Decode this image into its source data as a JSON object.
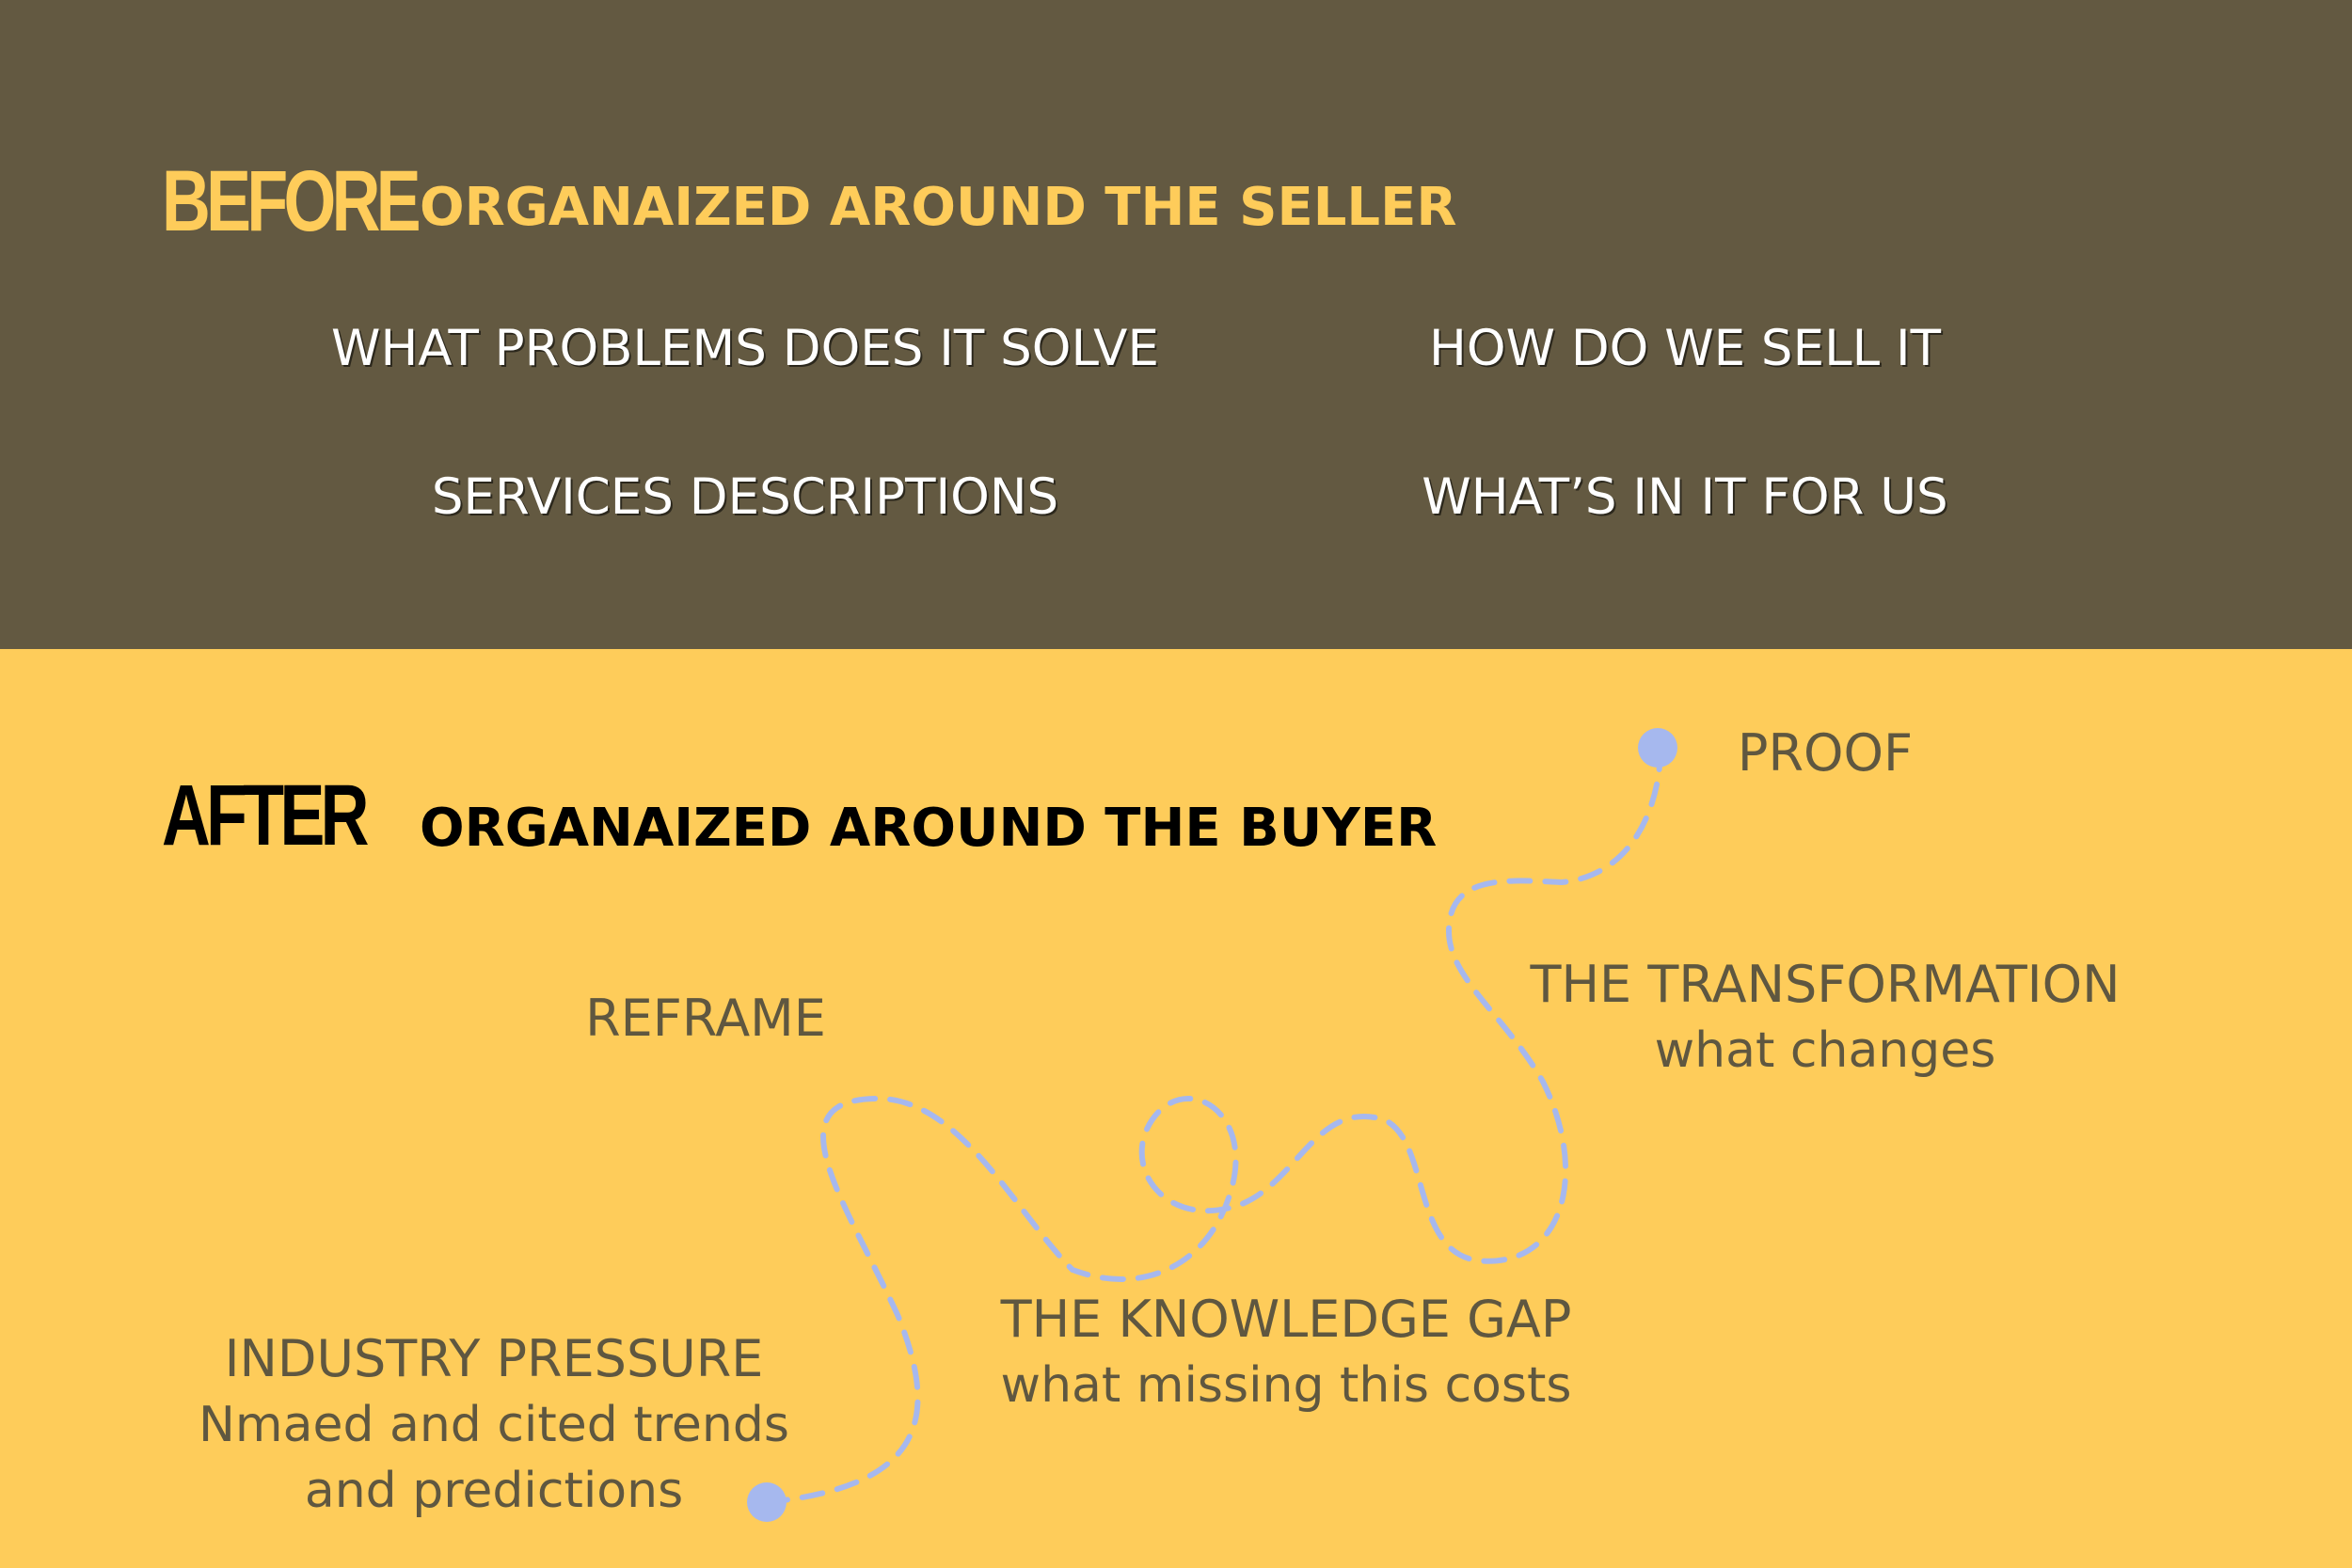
{
  "before": {
    "badge": "BEFORE",
    "headline": "ORGANAIZED AROUND THE SELLER",
    "items": [
      "WHAT PROBLEMS DOES IT SOLVE",
      "HOW DO WE SELL IT",
      "SERVICES DESCRIPTIONS",
      "WHAT’S IN IT FOR US"
    ]
  },
  "after": {
    "badge": "AFTER",
    "headline": "ORGANAIZED AROUND THE BUYER",
    "steps": {
      "proof": {
        "title": "PROOF"
      },
      "transformation": {
        "title": "THE TRANSFORMATION",
        "sub": "what changes"
      },
      "reframe": {
        "title": "REFRAME"
      },
      "knowledge_gap": {
        "title": "THE KNOWLEDGE GAP",
        "sub": "what missing this costs"
      },
      "industry_pressure": {
        "title": "INDUSTRY PRESSURE",
        "sub": "Nmaed and cited trends",
        "sub2": "and predictions"
      }
    }
  },
  "colors": {
    "dark_bg": "#635941",
    "yellow_bg": "#fecc5a",
    "before_accent": "#fecc5a",
    "after_text": "#000000",
    "step_text": "#5f5740",
    "path_dot": "#a6b8ee"
  }
}
